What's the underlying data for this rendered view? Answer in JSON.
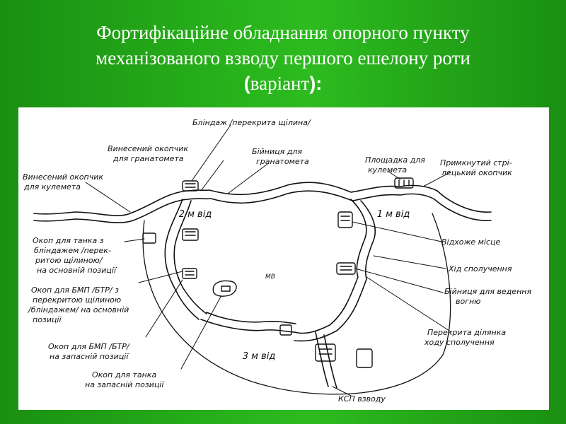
{
  "title": {
    "line1": "Фортифікаційне обладнання опорного пункту",
    "line2": "механізованого взводу першого ешелону роти",
    "line3_open": "(",
    "line3_text": "варіант",
    "line3_close": "):"
  },
  "diagram": {
    "center_label": "МВ",
    "squad_labels": [
      "2 м від",
      "1 м від",
      "3 м від"
    ],
    "labels": {
      "blindage": "Бліндаж /перекрита щілина/",
      "remote_trench_gl_1": "Винесений окопчик",
      "remote_trench_gl_2": "для гранатомета",
      "embrasure_gl_1": "Бійниця для",
      "embrasure_gl_2": "гранатомета",
      "mg_platform_1": "Площадка для",
      "mg_platform_2": "кулемета",
      "rifle_trench_1": "Примкнутий стрі-",
      "rifle_trench_2": "лецький окопчик",
      "remote_trench_mg_1": "Винесений окопчик",
      "remote_trench_mg_2": "для кулемета",
      "tank_main_1": "Окоп для танка з",
      "tank_main_2": "бліндажем /перек-",
      "tank_main_3": "ритою щілиною/",
      "tank_main_4": "на основній позиції",
      "bmp_main_1": "Окоп для БМП /БТР/ з",
      "bmp_main_2": "перекритою щілиною",
      "bmp_main_3": "/бліндажем/ на основній",
      "bmp_main_4": "позиції",
      "bmp_spare_1": "Окоп для БМП /БТР/",
      "bmp_spare_2": "на запасній позиції",
      "tank_spare_1": "Окоп для танка",
      "tank_spare_2": "на запасній позиції",
      "latrine": "Відхоже місце",
      "comm_passage": "Хід сполучення",
      "fire_embrasure_1": "Бійниця для ведення",
      "fire_embrasure_2": "вогню",
      "covered_section_1": "Перекрита ділянка",
      "covered_section_2": "ходу сполучення",
      "ksp": "КСП взводу"
    }
  },
  "colors": {
    "background": "#22a516",
    "panel": "#ffffff",
    "ink": "#111111",
    "title": "#ffffff"
  }
}
